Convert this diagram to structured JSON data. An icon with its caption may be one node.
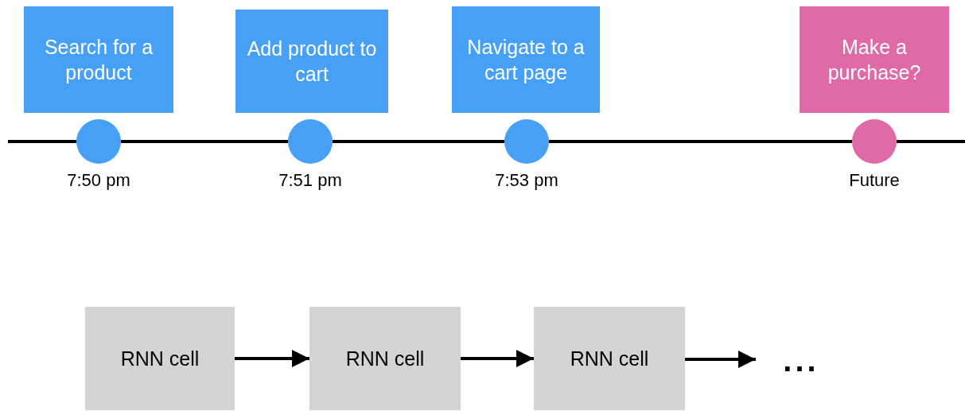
{
  "diagram": {
    "nodes": [
      {
        "text": [
          "Search for a product"
        ]
      },
      {
        "text": [
          "Add product to cart"
        ]
      },
      {
        "text": [
          "Navigate to a cart page"
        ]
      },
      {
        "text": [
          "Make a purchase?"
        ]
      },
      {
        "text": [],
        "shape": "circle",
        "beside": [
          "7:50 pm"
        ]
      },
      {
        "text": [],
        "shape": "circle",
        "beside": [
          "7:51 pm"
        ]
      },
      {
        "text": [],
        "shape": "circle",
        "beside": [
          "7:53 pm"
        ]
      },
      {
        "text": [],
        "shape": "circle",
        "beside": [
          "Future"
        ]
      },
      {
        "text": [
          "RNN cell"
        ]
      },
      {
        "text": [
          "RNN cell"
        ]
      },
      {
        "text": [
          "RNN cell"
        ]
      },
      {
        "text": [
          "..."
        ]
      }
    ],
    "edges": [
      {
        "from": null,
        "to": 4,
        "arrow": "none"
      },
      {
        "from": 4,
        "to": 5,
        "arrow": "none"
      },
      {
        "from": 5,
        "to": 6,
        "arrow": "none"
      },
      {
        "from": 6,
        "to": 7,
        "arrow": "none"
      },
      {
        "from": 7,
        "to": null,
        "arrow": "none"
      },
      {
        "from": 8,
        "to": 9,
        "arrow": "to"
      },
      {
        "from": 9,
        "to": 10,
        "arrow": "to"
      },
      {
        "from": 10,
        "to": 11,
        "arrow": "to"
      }
    ]
  }
}
